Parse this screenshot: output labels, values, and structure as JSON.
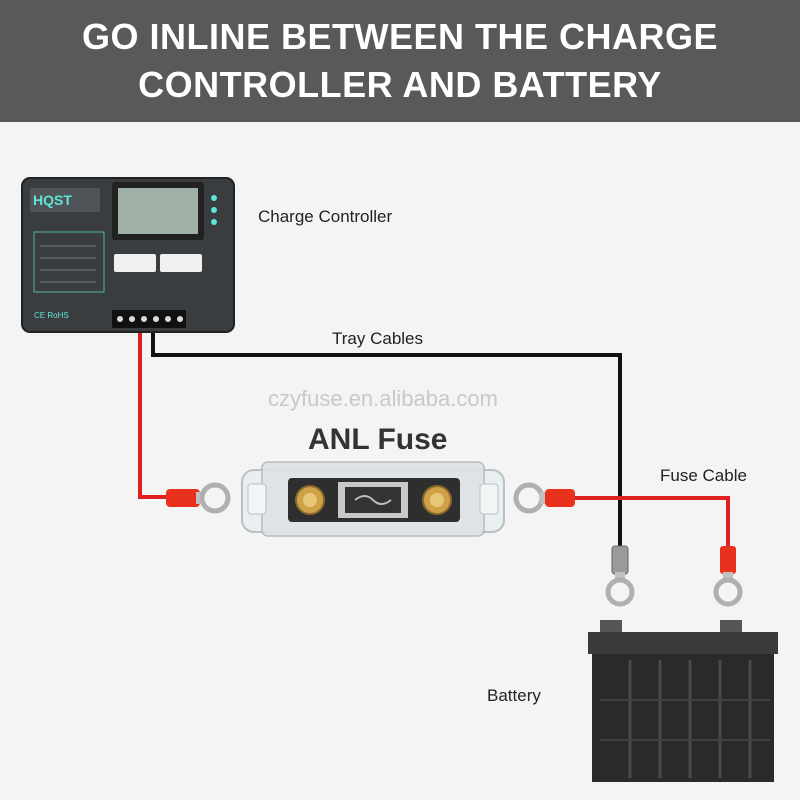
{
  "banner": {
    "line1": "GO INLINE BETWEEN THE CHARGE",
    "line2": "CONTROLLER AND BATTERY",
    "background": "#595959",
    "text_color": "#ffffff"
  },
  "labels": {
    "charge_controller": "Charge Controller",
    "tray_cables": "Tray Cables",
    "watermark": "czyfuse.en.alibaba.com",
    "anl_fuse": "ANL Fuse",
    "fuse_cable": "Fuse Cable",
    "battery": "Battery"
  },
  "controller": {
    "brand": "HQST",
    "badge": "CE RoHS"
  },
  "colors": {
    "positive_wire": "#e02020",
    "negative_wire": "#111111",
    "terminal_red": "#e8321e",
    "controller_body": "#3a3d40",
    "controller_accent": "#5fe6d6",
    "battery_body": "#2a2a2a"
  },
  "icons": {
    "ring_terminal": "ring-terminal-icon",
    "fuse_holder": "anl-fuse-holder-icon",
    "battery": "battery-icon",
    "controller": "charge-controller-icon"
  }
}
